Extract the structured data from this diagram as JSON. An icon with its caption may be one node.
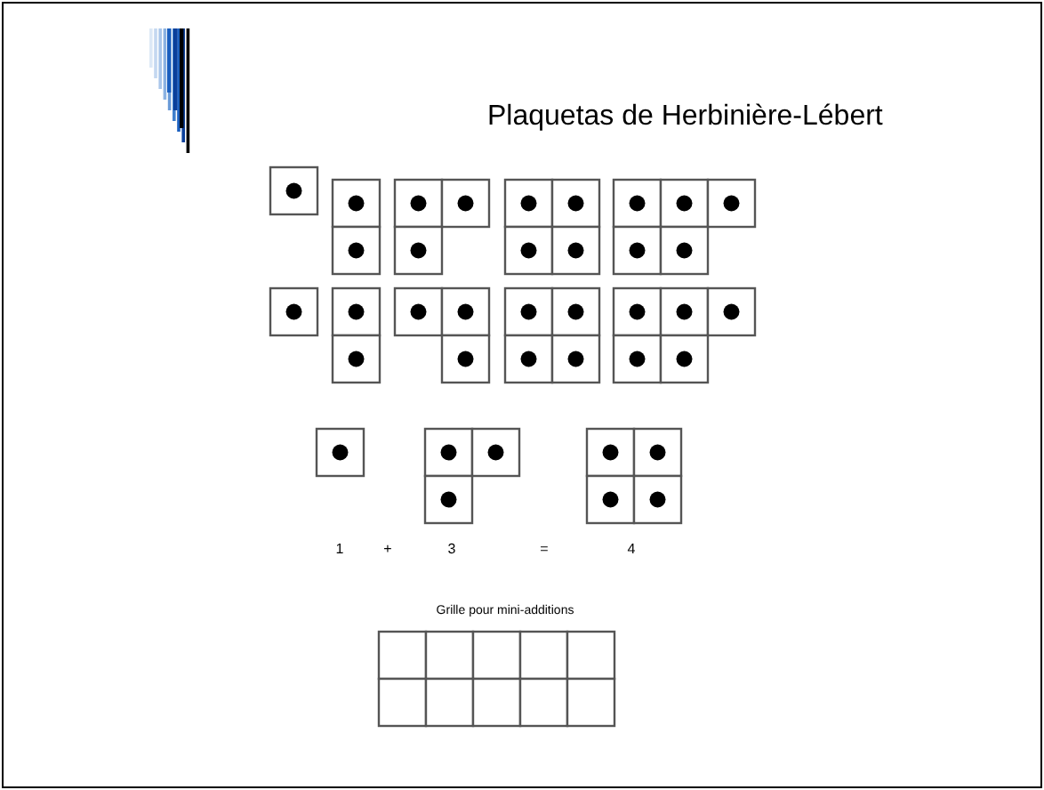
{
  "diagram": {
    "title": "Plaquetas de Herbinière-Lébert",
    "labels": [
      "1",
      "+",
      "3",
      "=",
      "4",
      "Grille pour mini-additions"
    ]
  }
}
